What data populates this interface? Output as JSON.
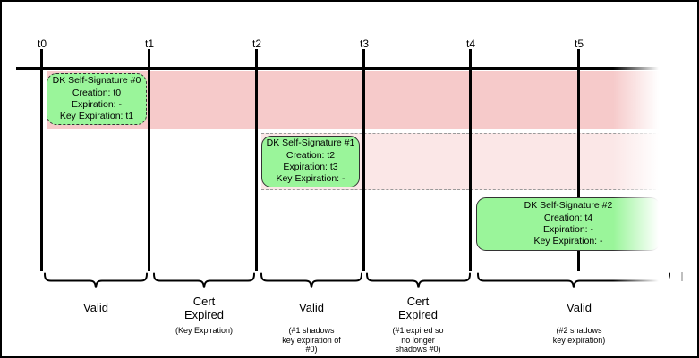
{
  "ticks": {
    "labels": [
      "t0",
      "t1",
      "t2",
      "t3",
      "t4",
      "t5"
    ]
  },
  "signatures": [
    {
      "title": "DK Self-Signature #0",
      "rows": [
        "Creation: t0",
        "Expiration: -",
        "Key Expiration: t1"
      ]
    },
    {
      "title": "DK Self-Signature #1",
      "rows": [
        "Creation: t2",
        "Expiration: t3",
        "Key Expiration: -"
      ]
    },
    {
      "title": "DK Self-Signature #2",
      "rows": [
        "Creation: t4",
        "Expiration: -",
        "Key Expiration: -"
      ]
    }
  ],
  "segments": [
    {
      "label": "Valid",
      "note": ""
    },
    {
      "label": "Cert\nExpired",
      "note": "(Key Expiration)"
    },
    {
      "label": "Valid",
      "note": "(#1 shadows\nkey expiration of\n#0)"
    },
    {
      "label": "Cert\nExpired",
      "note": "(#1 expired so\nno longer\nshadows #0)"
    },
    {
      "label": "Valid",
      "note": "(#2 shadows\nkey expiration)"
    }
  ],
  "colors": {
    "band_strong": "#f6caca",
    "band_light": "#fbe7e7",
    "signature_fill": "#9af59a",
    "signature_border": "#333333",
    "dashed_border": "#9a9a9a",
    "line": "#000000"
  }
}
